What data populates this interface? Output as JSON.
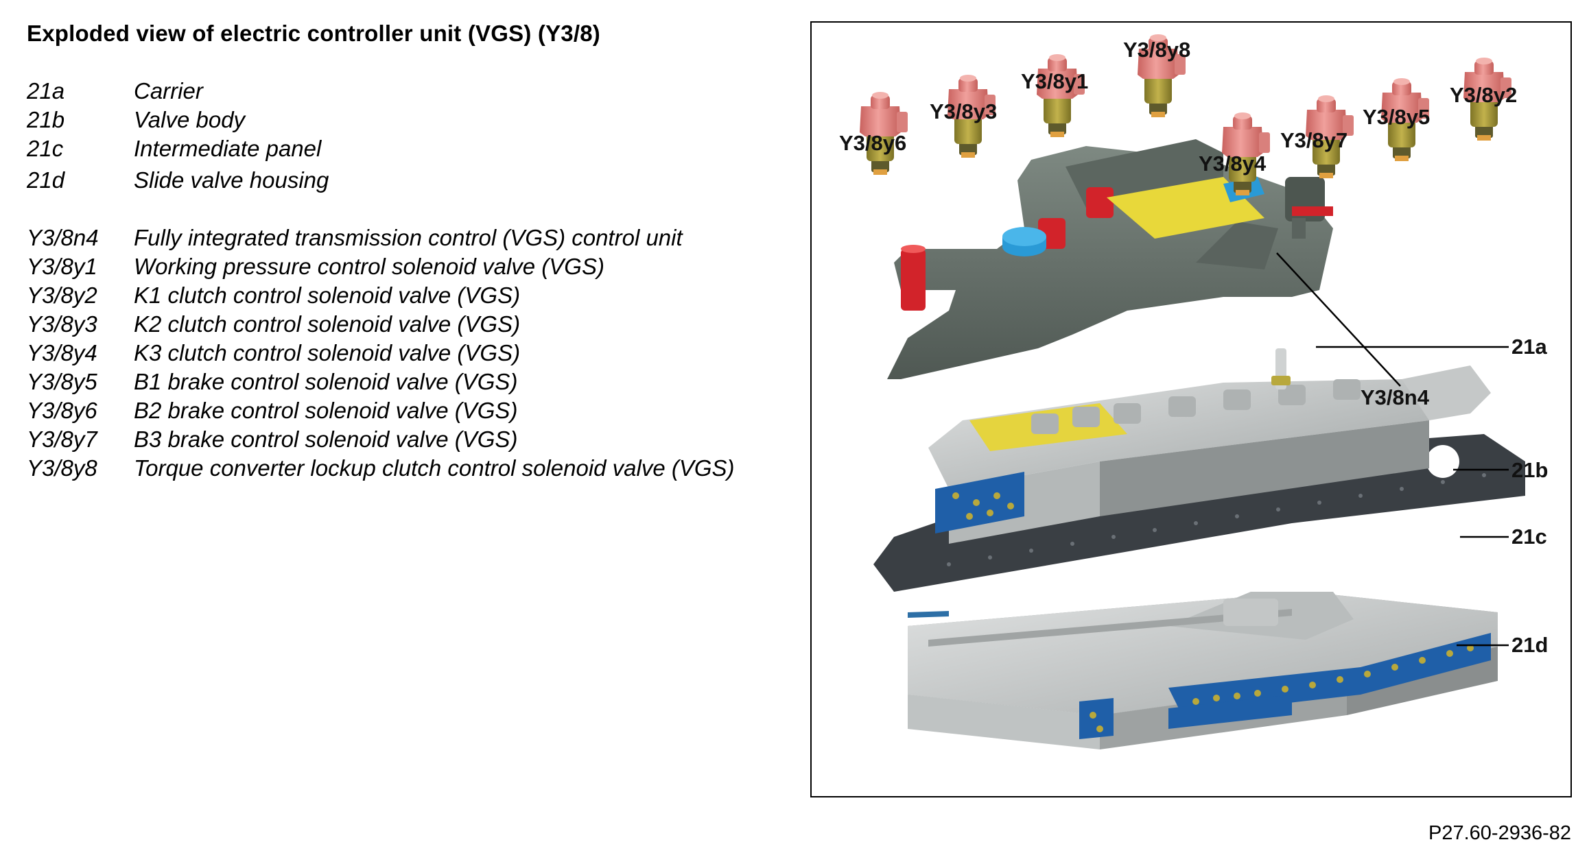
{
  "title": "Exploded view of electric controller unit (VGS) (Y3/8)",
  "legend": [
    {
      "code": "21a",
      "desc": "Carrier"
    },
    {
      "code": "21b",
      "desc": "Valve body"
    },
    {
      "code": "21c",
      "desc": "Intermediate panel"
    },
    {
      "code": "21d",
      "desc": "Slide valve housing"
    },
    {
      "code": "Y3/8n4",
      "desc": "Fully integrated transmission control (VGS) control unit"
    },
    {
      "code": "Y3/8y1",
      "desc": "Working pressure control solenoid valve (VGS)"
    },
    {
      "code": "Y3/8y2",
      "desc": "K1 clutch control solenoid valve (VGS)"
    },
    {
      "code": "Y3/8y3",
      "desc": "K2 clutch control solenoid valve (VGS)"
    },
    {
      "code": "Y3/8y4",
      "desc": "K3 clutch control solenoid valve (VGS)"
    },
    {
      "code": "Y3/8y5",
      "desc": "B1 brake control solenoid valve (VGS)"
    },
    {
      "code": "Y3/8y6",
      "desc": "B2 brake control solenoid valve (VGS)"
    },
    {
      "code": "Y3/8y7",
      "desc": "B3 brake control solenoid valve (VGS)"
    },
    {
      "code": "Y3/8y8",
      "desc": "Torque converter lockup clutch control solenoid valve (VGS)"
    }
  ],
  "figure": {
    "solenoid_labels": [
      "Y3/8y6",
      "Y3/8y3",
      "Y3/8y1",
      "Y3/8y8",
      "Y3/8y4",
      "Y3/8y7",
      "Y3/8y5",
      "Y3/8y2"
    ],
    "part_labels": [
      "21a",
      "Y3/8n4",
      "21b",
      "21c",
      "21d"
    ],
    "colors": {
      "solenoid_cap": "#e48a86",
      "solenoid_body": "#a89a3a",
      "carrier": "#6f7a72",
      "valve_body": "#c9cccc",
      "panel": "#3a3f44",
      "housing": "#cfd2d2",
      "plate_blue": "#1f5fa8",
      "highlight_yellow": "#e8d83a",
      "connector_red": "#d2232a",
      "connector_blue": "#2a9ad6"
    }
  },
  "reference": "P27.60-2936-82"
}
